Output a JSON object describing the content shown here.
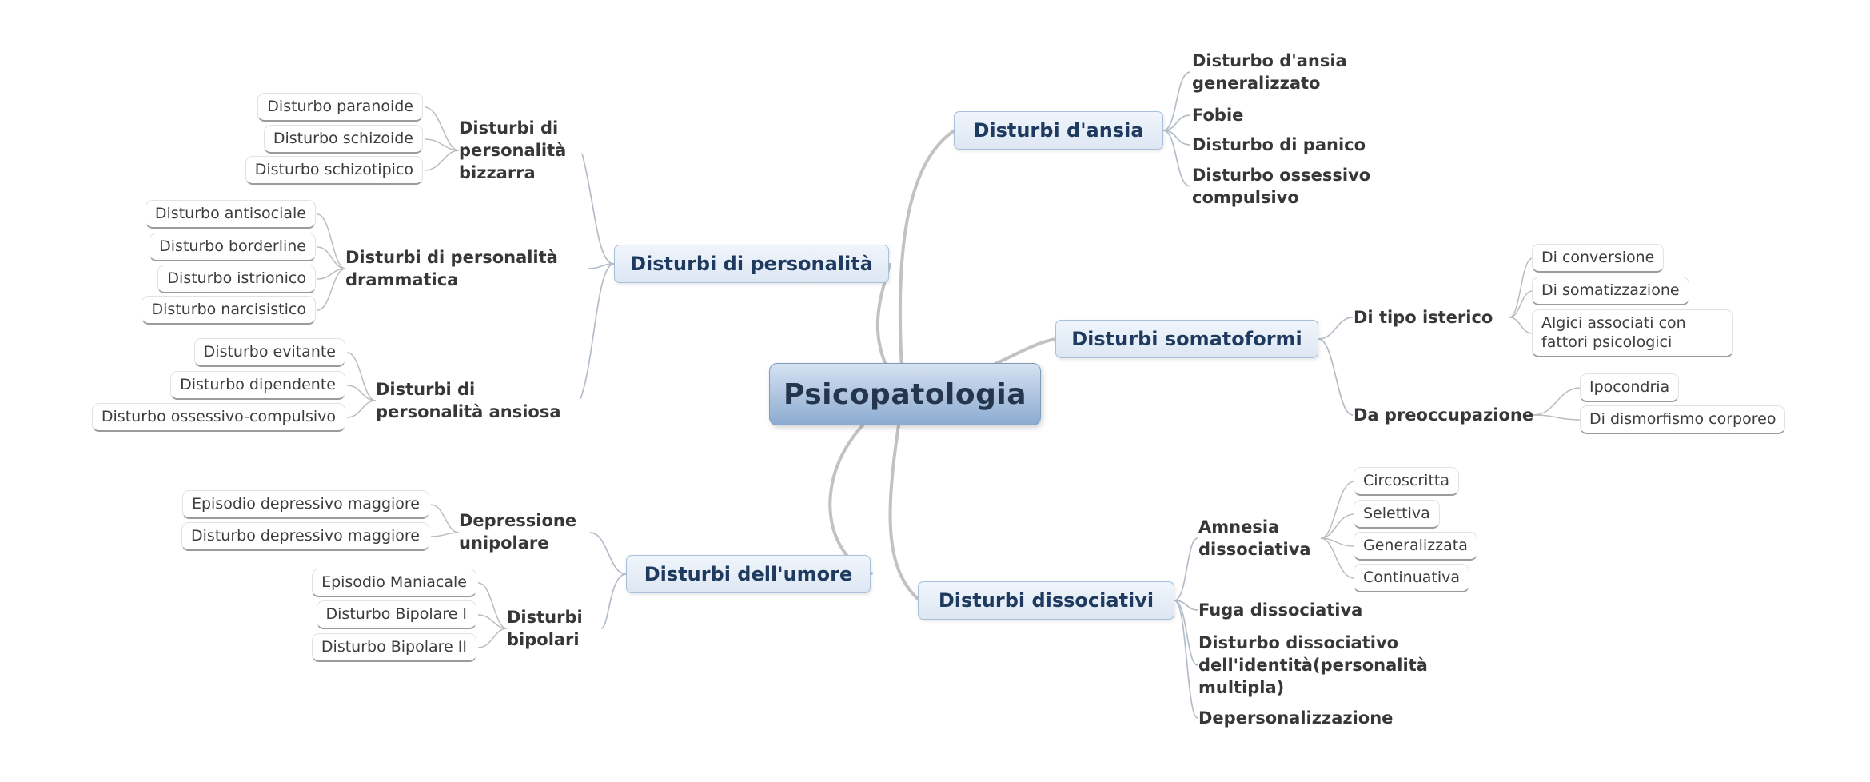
{
  "diagram": {
    "center": "Psicopatologia",
    "branches": {
      "ansia": {
        "label": "Disturbi d'ansia",
        "children": [
          "Disturbo d'ansia generalizzato",
          "Fobie",
          "Disturbo di panico",
          "Disturbo ossessivo compulsivo"
        ]
      },
      "personalita": {
        "label": "Disturbi di personalità",
        "children": [
          {
            "label": "Disturbi di personalità bizzarra",
            "leaves": [
              "Disturbo paranoide",
              "Disturbo schizoide",
              "Disturbo schizotipico"
            ]
          },
          {
            "label": "Disturbi di personalità drammatica",
            "leaves": [
              "Disturbo antisociale",
              "Disturbo borderline",
              "Disturbo istrionico",
              "Disturbo narcisistico"
            ]
          },
          {
            "label": "Disturbi di personalità ansiosa",
            "leaves": [
              "Disturbo evitante",
              "Disturbo dipendente",
              "Disturbo ossessivo-compulsivo"
            ]
          }
        ]
      },
      "somatoformi": {
        "label": "Disturbi somatoformi",
        "children": [
          {
            "label": "Di tipo isterico",
            "leaves": [
              "Di conversione",
              "Di somatizzazione",
              "Algici associati con fattori psicologici"
            ]
          },
          {
            "label": "Da preoccupazione",
            "leaves": [
              "Ipocondria",
              "Di dismorfismo corporeo"
            ]
          }
        ]
      },
      "umore": {
        "label": "Disturbi dell'umore",
        "children": [
          {
            "label": "Depressione unipolare",
            "leaves": [
              "Episodio depressivo maggiore",
              "Disturbo depressivo maggiore"
            ]
          },
          {
            "label": "Disturbi bipolari",
            "leaves": [
              "Episodio Maniacale",
              "Disturbo Bipolare I",
              "Disturbo Bipolare II"
            ]
          }
        ]
      },
      "dissociativi": {
        "label": "Disturbi dissociativi",
        "children": [
          {
            "label": "Amnesia dissociativa",
            "leaves": [
              "Circoscritta",
              "Selettiva",
              "Generalizzata",
              "Continuativa"
            ]
          },
          {
            "label": "Fuga dissociativa"
          },
          {
            "label": "Disturbo dissociativo dell'identità(personalità multipla)"
          },
          {
            "label": "Depersonalizzazione"
          }
        ]
      }
    },
    "colors": {
      "center_fill_top": "#d6e2f2",
      "center_fill_bottom": "#8cabd0",
      "topic_fill": "#dde7f3",
      "topic_border": "#a9c0da",
      "topic_text": "#1f3a5f",
      "branch_line": "#c2c2c2",
      "connector_line": "#b3bdc9",
      "leaf_underline": "#9b9b9b",
      "body_text": "#3d3d3d"
    }
  }
}
